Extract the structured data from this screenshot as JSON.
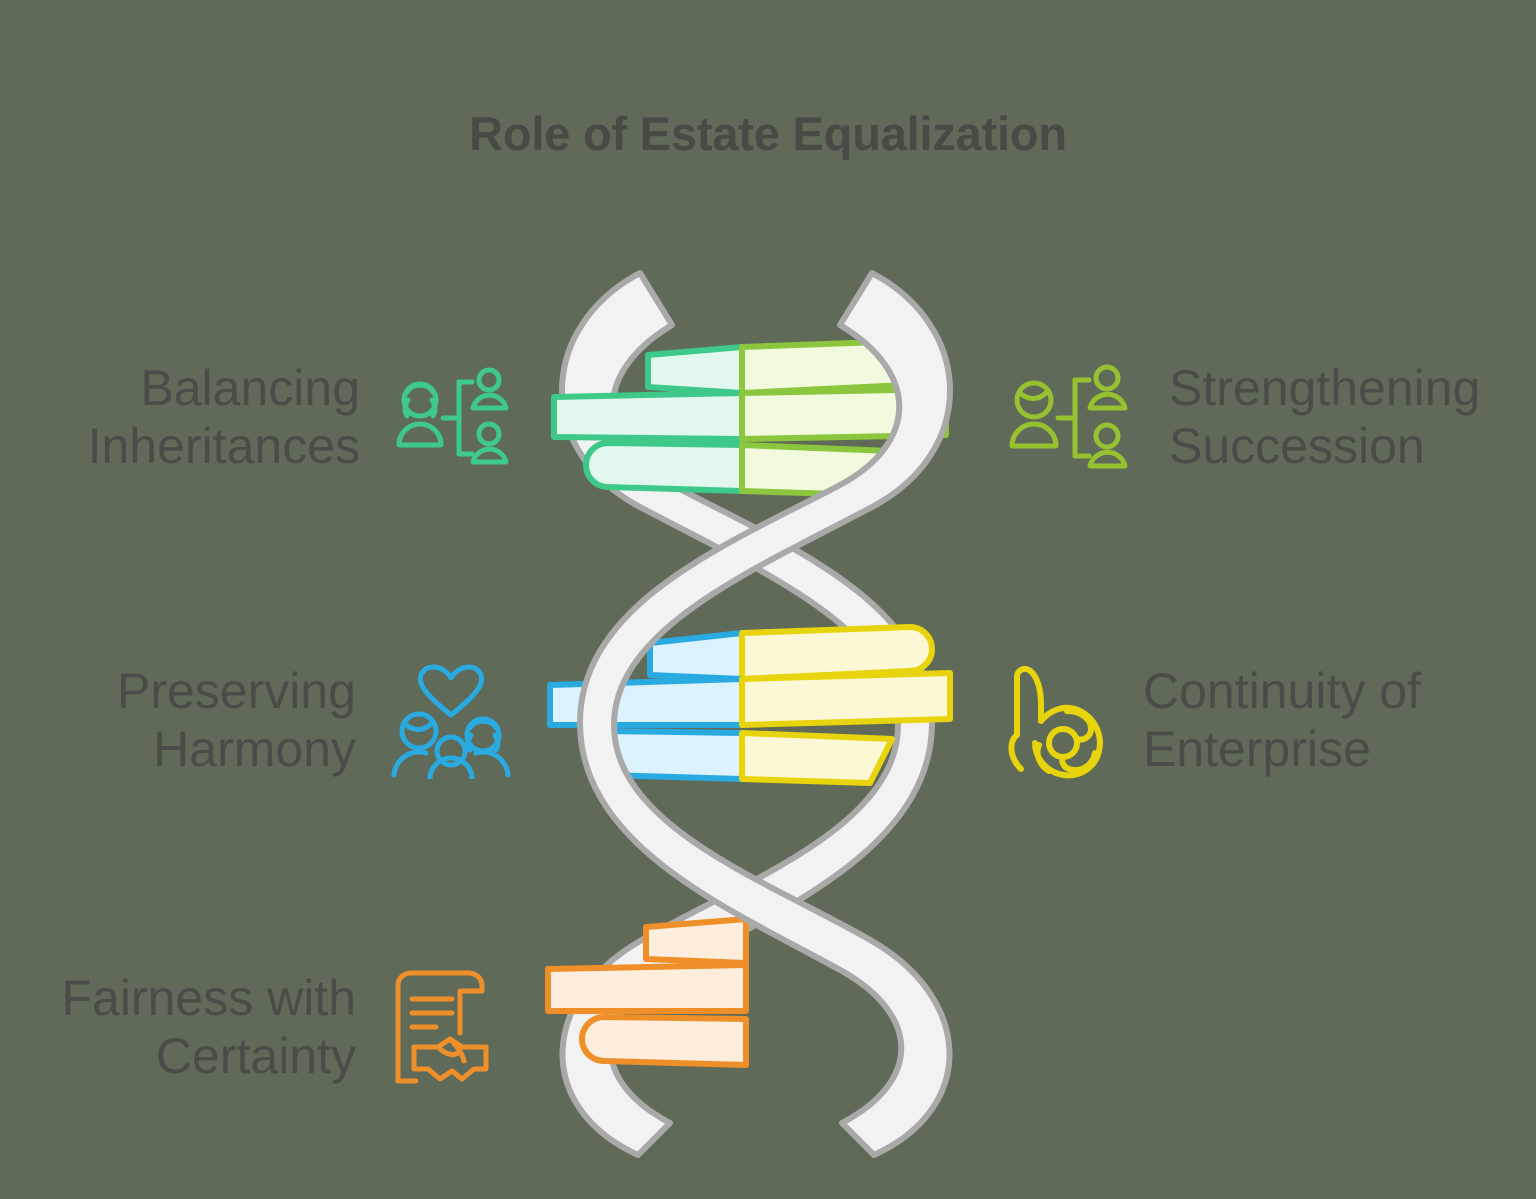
{
  "page": {
    "background_color": "#5f6a59",
    "title": "Role of Estate Equalization",
    "title_color": "#474a45",
    "text_color": "#4a4c47"
  },
  "items": [
    {
      "id": "balancing-inheritances",
      "label": "Balancing\nInheritances",
      "side": "left",
      "icon_name": "family-tree-icon",
      "color": "#3ec98a"
    },
    {
      "id": "strengthening-succession",
      "label": "Strengthening\nSuccession",
      "side": "right",
      "icon_name": "family-tree-icon",
      "color": "#97c131"
    },
    {
      "id": "preserving-harmony",
      "label": "Preserving\nHarmony",
      "side": "left",
      "icon_name": "family-heart-icon",
      "color": "#29abe2"
    },
    {
      "id": "continuity-of-enterprise",
      "label": "Continuity of\nEnterprise",
      "side": "right",
      "icon_name": "continuity-wheel-icon",
      "color": "#e8d40c"
    },
    {
      "id": "fairness-with-certainty",
      "label": "Fairness with\nCertainty",
      "side": "left",
      "icon_name": "contract-handshake-icon",
      "color": "#ef8f2a"
    }
  ],
  "helix": {
    "name": "dna-double-helix",
    "ribbon_fill": "#f2f2f2",
    "ribbon_stroke": "#a9a9a9",
    "rung_groups": [
      {
        "group": "top",
        "left_color": "#3ec98a",
        "left_fill": "#e2f8ee",
        "right_color": "#8cc63f",
        "right_fill": "#f2fade",
        "rungs": 3
      },
      {
        "group": "middle",
        "left_color": "#29abe2",
        "left_fill": "#dcf2fc",
        "right_color": "#e8d40c",
        "right_fill": "#fcf7d4",
        "rungs": 3
      },
      {
        "group": "bottom",
        "left_color": "#ef8f2a",
        "left_fill": "#fdeddc",
        "right_color": "#ef8f2a",
        "right_fill": "#fdeddc",
        "rungs": 3
      }
    ]
  }
}
